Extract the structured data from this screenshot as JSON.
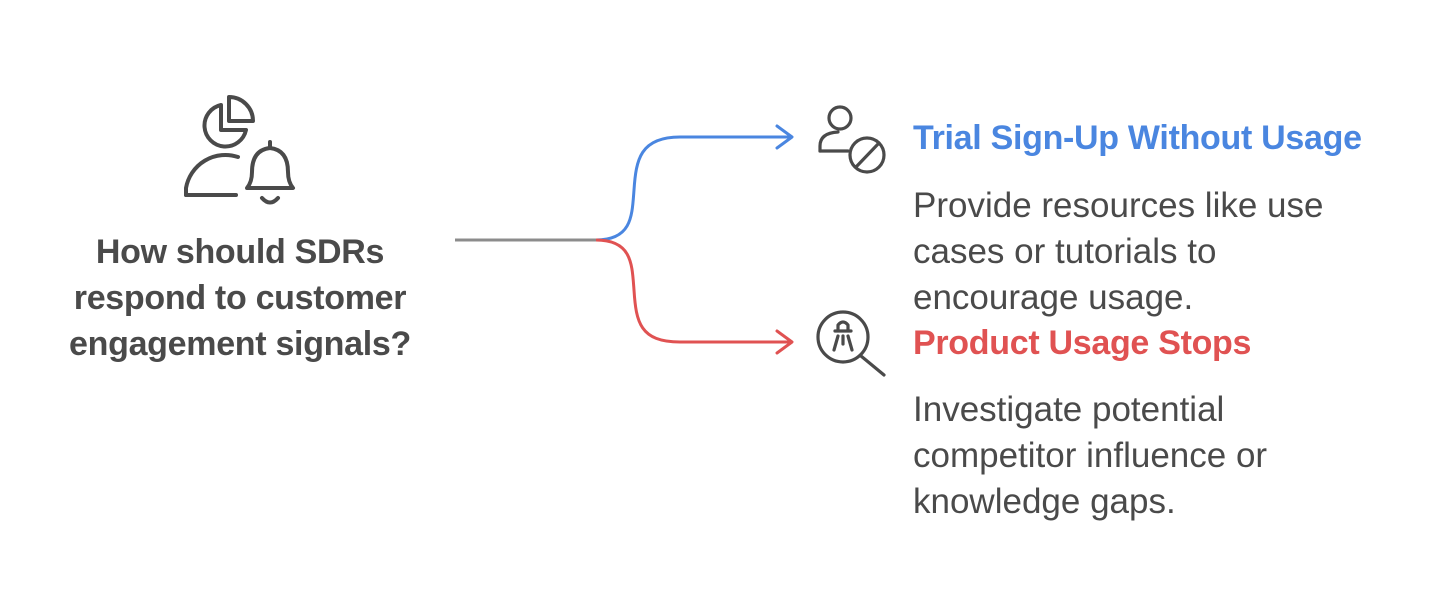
{
  "question": {
    "text": "How should SDRs respond to customer engagement signals?",
    "icon": "person-pie-chart-bell-icon"
  },
  "options": [
    {
      "title": "Trial Sign-Up Without Usage",
      "description": "Provide resources like use cases or tutorials to encourage usage.",
      "color": "#4a86e0",
      "icon": "user-blocked-icon"
    },
    {
      "title": "Product Usage Stops",
      "description": "Investigate potential competitor influence or knowledge gaps.",
      "color": "#e05252",
      "icon": "magnifier-investigate-icon"
    }
  ],
  "colors": {
    "text": "#4a4a4a",
    "trunk": "#8c8c8c"
  }
}
